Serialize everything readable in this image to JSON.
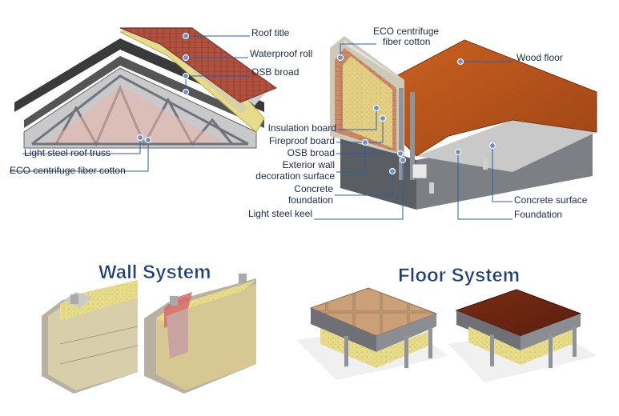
{
  "roof": {
    "labels": {
      "roof_tile": "Roof title",
      "waterproof_roll": "Waterproof roll",
      "osb_board": "OSB broad",
      "truss": "Light steel roof truss",
      "fiber_cotton": "ECO centrifuge fiber cotton"
    }
  },
  "wall_floor": {
    "labels": {
      "fiber_cotton_1": "ECO centrifuge",
      "fiber_cotton_2": "fiber cotton",
      "wood_floor": "Wood floor",
      "insulation_board": "Insulation board",
      "fireproof_board": "Fireproof board",
      "osb_board": "OSB broad",
      "exterior_wall_1": "Exterior wall",
      "exterior_wall_2": "decoration surface",
      "concrete_foundation_1": "Concrete",
      "concrete_foundation_2": "foundation",
      "light_steel_keel": "Light steel keel",
      "concrete_surface": "Concrete surface",
      "foundation": "Foundation"
    }
  },
  "titles": {
    "wall_system": "Wall System",
    "floor_system": "Floor System"
  },
  "colors": {
    "label_text": "#1a2a4a",
    "leader_line": "#2b5fa8",
    "title_blue": "#1c3f7a",
    "wood": "#b8521c",
    "insulation": "#e7dc8a",
    "roof_tile": "#b0503e",
    "steel": "#9aa0a8"
  }
}
